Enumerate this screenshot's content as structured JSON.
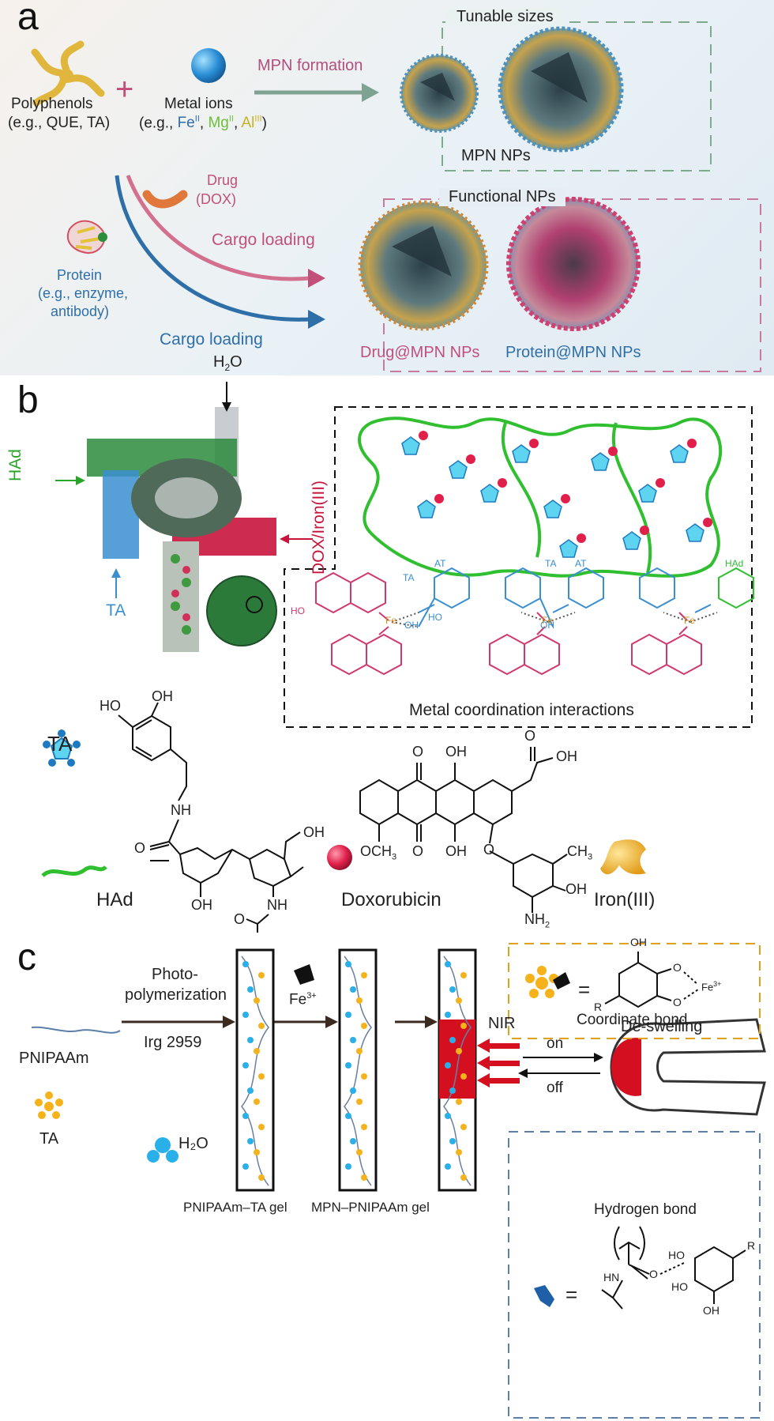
{
  "panel_a": {
    "letter": "a",
    "polyphenols": "Polyphenols",
    "polyphenols_eg": "(e.g., QUE, TA)",
    "plus": "+",
    "metal_ions": "Metal ions",
    "metal_eg_prefix": "(e.g., ",
    "fe": "Fe",
    "fe_sup": "II",
    "mg": "Mg",
    "mg_sup": "II",
    "al": "Al",
    "al_sup": "III",
    "metal_eg_suffix": ")",
    "mpn_formation": "MPN formation",
    "tunable_sizes": "Tunable sizes",
    "mpn_nps": "MPN NPs",
    "drug": "Drug",
    "dox": "(DOX)",
    "cargo_loading_1": "Cargo loading",
    "cargo_loading_2": "Cargo loading",
    "protein": "Protein",
    "protein_eg1": "(e.g., enzyme,",
    "protein_eg2": "antibody)",
    "functional_nps": "Functional NPs",
    "drug_mpn": "Drug@MPN NPs",
    "protein_mpn": "Protein@MPN NPs",
    "colors": {
      "pink": "#c0507a",
      "blue": "#2f6fa8",
      "green_arrow": "#7fa392",
      "bg": "#eef3f6"
    }
  },
  "panel_b": {
    "letter": "b",
    "h2o": "H",
    "h2o_sub": "2",
    "h2o_o": "O",
    "had_label": "HAd",
    "dox_iron": "DOX/Iron(III)",
    "ta_label": "TA",
    "coord_ta1": "TA",
    "coord_at1": "AT",
    "coord_ta2": "TA",
    "coord_at2": "AT",
    "coord_had": "HAd",
    "coord_ho1": "HO",
    "coord_ho2": "HO",
    "coord_oh1": "OH",
    "coord_oh2": "OH",
    "coord_fe1": "Fe",
    "coord_fe2": "Fe",
    "coord_fe3": "Fe",
    "metal_coord": "Metal coordination interactions",
    "legend_ta": "TA",
    "legend_had": "HAd",
    "legend_dox": "Doxorubicin",
    "legend_iron": "Iron(III)",
    "chem_had_ho": "HO",
    "chem_had_oh": "OH",
    "chem_had_nh": "NH",
    "chem_had_o": "O",
    "chem_had_oh2": "OH",
    "chem_had_oh3": "OH",
    "chem_had_nh2": "NH",
    "chem_had_o2": "O",
    "chem_dox_o1": "O",
    "chem_dox_oh1": "OH",
    "chem_dox_o2": "O",
    "chem_dox_oh2": "OH",
    "chem_dox_och3": "OCH",
    "chem_dox_och3_sub": "3",
    "chem_dox_o3": "O",
    "chem_dox_oh3": "OH",
    "chem_dox_o4": "O",
    "chem_dox_ch3": "CH",
    "chem_dox_ch3_sub": "3",
    "chem_dox_oh4": "OH",
    "chem_dox_nh2": "NH",
    "chem_dox_nh2_sub": "2",
    "colors": {
      "green": "#2aa52a",
      "red": "#c8143c",
      "orange": "#d08a1e",
      "blue": "#3a8fd0",
      "pink": "#e05070"
    }
  },
  "panel_c": {
    "letter": "c",
    "pnipaam": "PNIPAAm",
    "ta": "TA",
    "h2o": "H₂O",
    "photo1": "Photo-",
    "photo2": "polymerization",
    "irg": "Irg 2959",
    "fe": "Fe",
    "fe_sup": "3+",
    "nir": "NIR",
    "on": "on",
    "off": "off",
    "de_swelling": "De-swelling",
    "coordinate_bond": "Coordinate bond",
    "hydrogen_bond": "Hydrogen bond",
    "gel1": "PNIPAAm–TA gel",
    "gel2": "MPN–PNIPAAm gel",
    "eq1": "=",
    "eq2": "=",
    "cb_oh": "OH",
    "cb_r": "R",
    "cb_o1": "O",
    "cb_o2": "O",
    "cb_fe": "Fe",
    "cb_fe_sup": "3+",
    "hb_ho1": "HO",
    "hb_ho2": "HO",
    "hb_oh": "OH",
    "hb_r": "R",
    "hb_hn": "HN",
    "hb_o": "O",
    "colors": {
      "orange_dash": "#e0a020",
      "blue_dash": "#5b7fa8",
      "red": "#d41020",
      "blue_dots": "#2ab0e8",
      "star": "#f5b21a"
    }
  }
}
